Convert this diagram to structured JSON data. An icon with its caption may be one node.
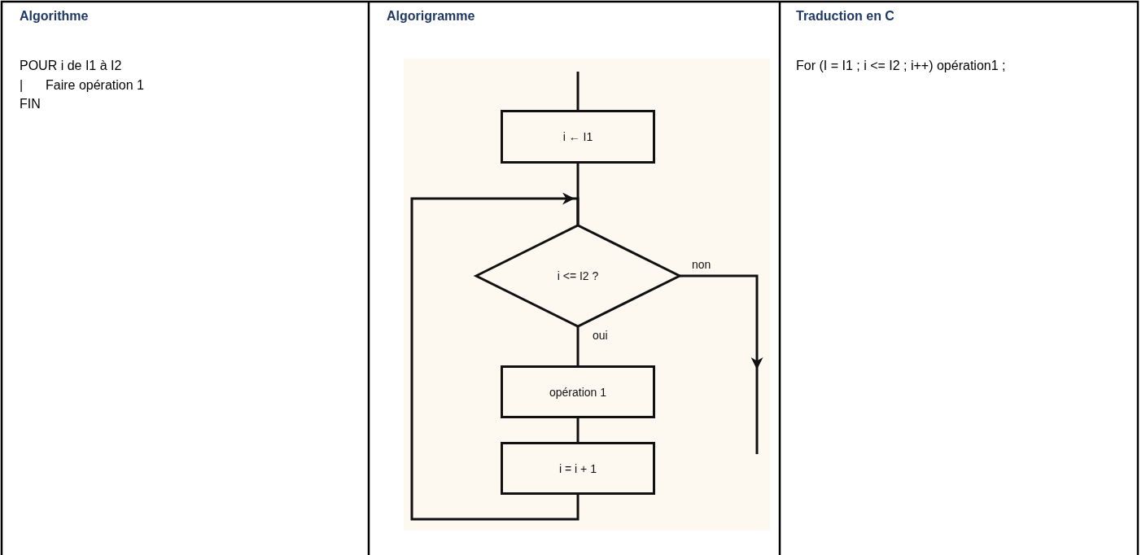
{
  "diagram": {
    "nodes": [
      {
        "text": [
          "i ← I1"
        ]
      },
      {
        "text": [
          "i <= I2 ?"
        ]
      },
      {
        "text": [
          "opération 1"
        ]
      },
      {
        "text": [
          "i = i + 1"
        ]
      }
    ],
    "edges": [
      {
        "from": null,
        "to": 0,
        "arrow": "none"
      },
      {
        "from": 0,
        "to": 1,
        "arrow": "none"
      },
      {
        "from": 1,
        "to": 2,
        "arrow": "none",
        "label": "oui"
      },
      {
        "from": 2,
        "to": 3,
        "arrow": "none"
      },
      {
        "from": 3,
        "to": 1,
        "arrow": "to"
      },
      {
        "from": 1,
        "to": null,
        "arrow": "to",
        "label": "non"
      }
    ],
    "labels": [
      "Algorithme",
      "Algorigramme",
      "Traduction en C",
      "POUR i de I1 à I2",
      "|",
      "Faire opération 1",
      "FIN",
      "For (I = I1 ; i <= I2 ; i++) opération1 ;"
    ]
  }
}
